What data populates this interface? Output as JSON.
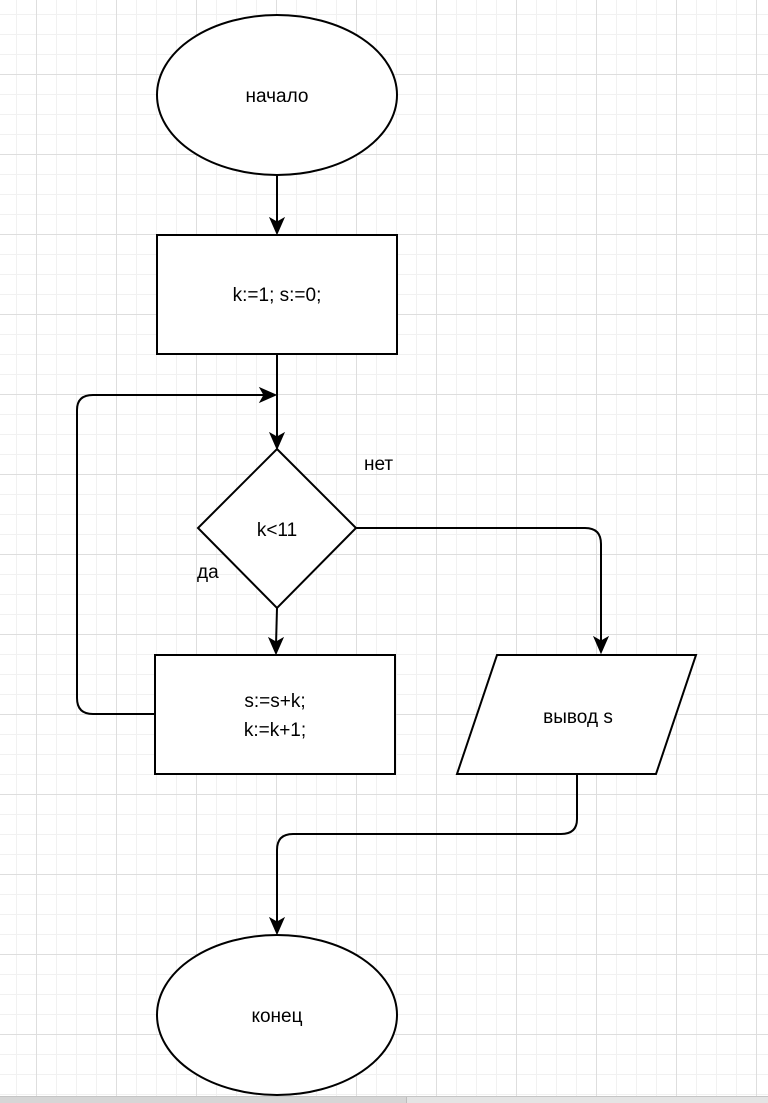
{
  "diagram": {
    "type": "flowchart",
    "nodes": [
      {
        "id": "start",
        "shape": "ellipse",
        "label": "начало"
      },
      {
        "id": "init",
        "shape": "process",
        "label": "k:=1; s:=0;"
      },
      {
        "id": "cond",
        "shape": "decision",
        "label": "k<11"
      },
      {
        "id": "body",
        "shape": "process",
        "lines": [
          "s:=s+k;",
          "k:=k+1;"
        ]
      },
      {
        "id": "output",
        "shape": "io",
        "label": "вывод s"
      },
      {
        "id": "end",
        "shape": "ellipse",
        "label": "конец"
      }
    ],
    "edges": [
      {
        "from": "start",
        "to": "init",
        "label": ""
      },
      {
        "from": "init",
        "to": "cond",
        "label": ""
      },
      {
        "from": "cond",
        "to": "body",
        "label": "да"
      },
      {
        "from": "body",
        "to": "cond",
        "label": ""
      },
      {
        "from": "cond",
        "to": "output",
        "label": "нет"
      },
      {
        "from": "output",
        "to": "end",
        "label": ""
      }
    ],
    "branch_labels": {
      "yes": "да",
      "no": "нет"
    }
  },
  "colors": {
    "stroke": "#000000",
    "fill": "#ffffff",
    "grid_major": "#dedede",
    "grid_minor": "#f1f1f1"
  }
}
